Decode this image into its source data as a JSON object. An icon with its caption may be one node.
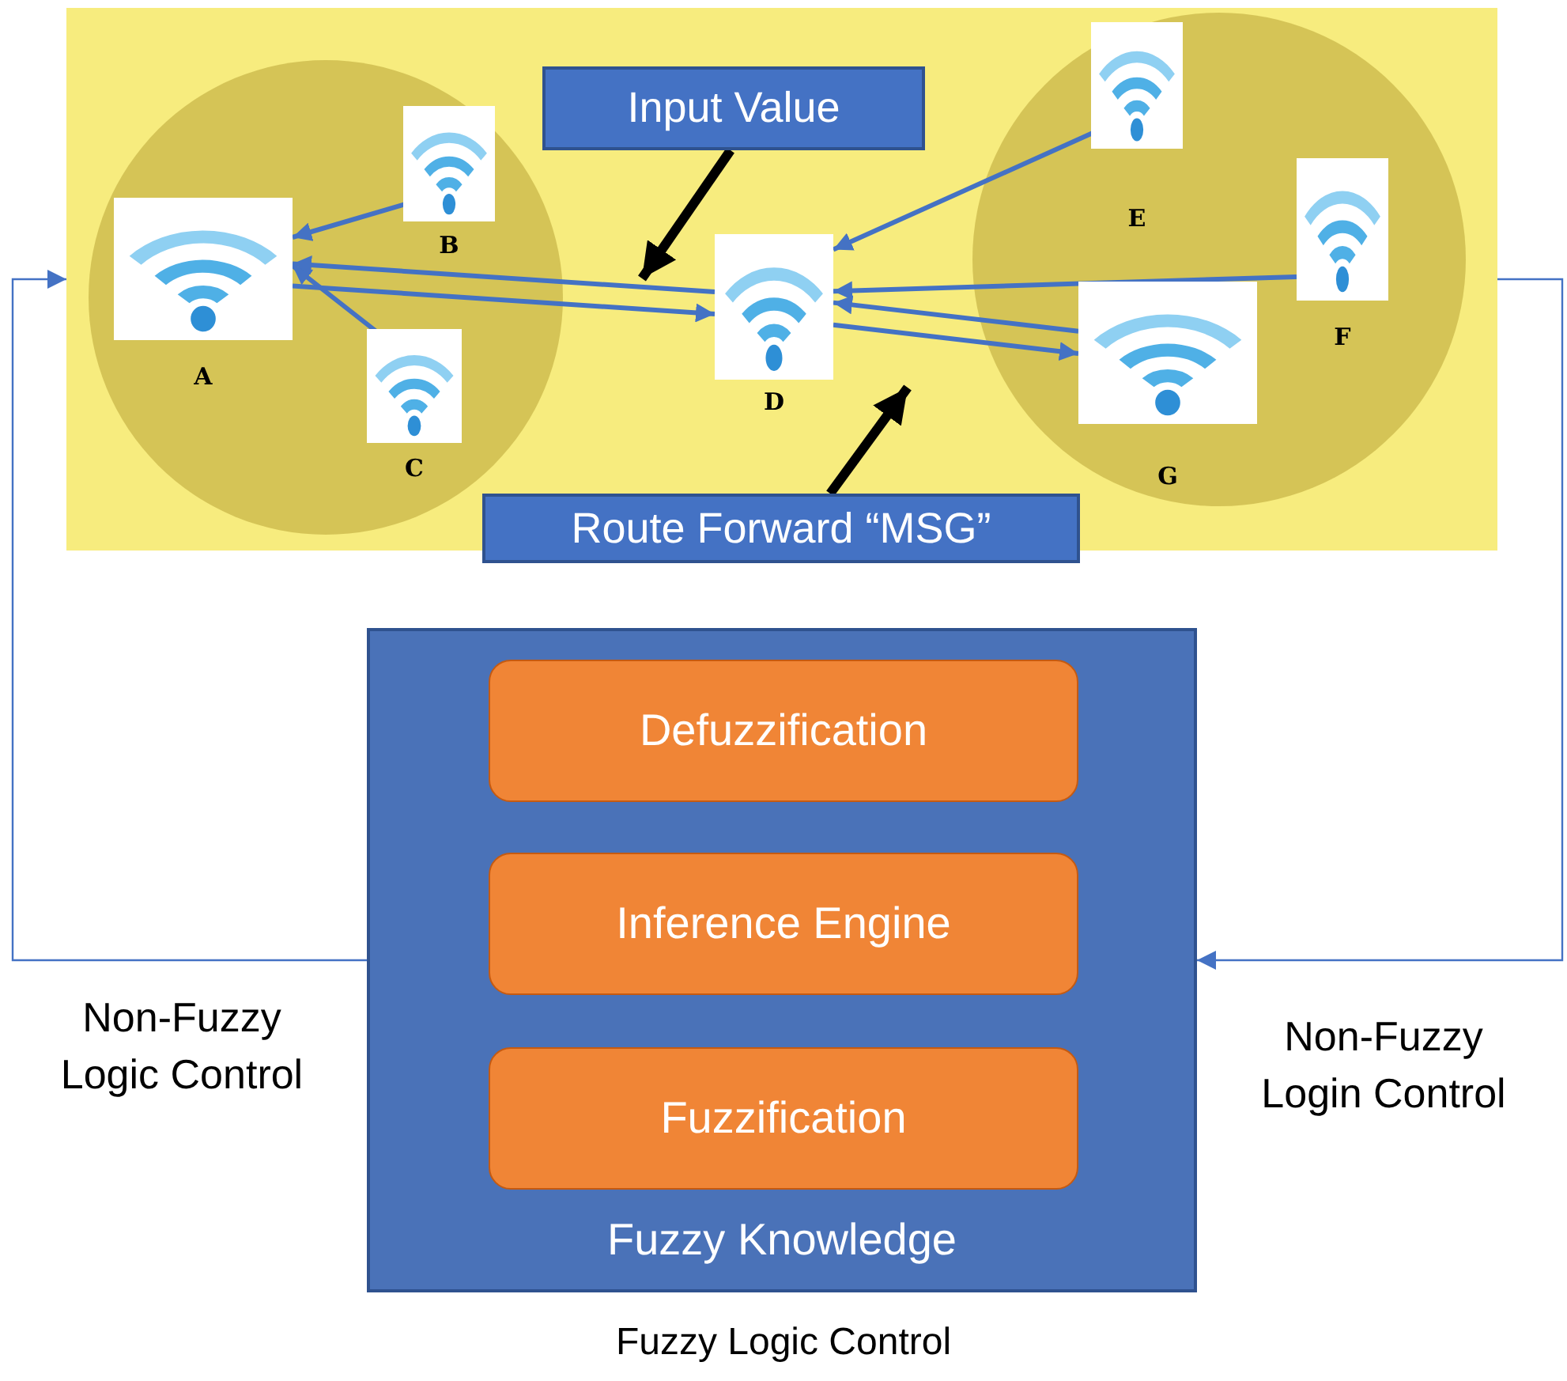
{
  "diagram": {
    "caption": "Fuzzy Logic Control",
    "nodes": [
      {
        "text": [],
        "shape": "box"
      },
      {
        "text": [],
        "shape": "circle",
        "in": 0
      },
      {
        "text": [
          "Input Value"
        ],
        "in": 0
      },
      {
        "text": [],
        "shape": "circle",
        "in": 0
      },
      {
        "text": [
          "A"
        ],
        "in": 1
      },
      {
        "text": [
          "B"
        ],
        "in": 1
      },
      {
        "text": [
          "C"
        ],
        "in": 1
      },
      {
        "text": [
          "D"
        ],
        "in": 0
      },
      {
        "text": [
          "E"
        ],
        "in": 3
      },
      {
        "text": [
          "F"
        ],
        "in": 3
      },
      {
        "text": [
          "G"
        ],
        "in": 3
      },
      {
        "text": [
          "Route Forward “MSG”"
        ]
      },
      {
        "text": [
          "Fuzzy Knowledge"
        ]
      },
      {
        "text": [
          "Defuzzification"
        ],
        "in": 12
      },
      {
        "text": [
          "Inference Engine"
        ],
        "in": 12
      },
      {
        "text": [
          "Fuzzification"
        ],
        "in": 12
      }
    ],
    "edges": [
      {
        "from": 5,
        "to": 4,
        "arrow": "to"
      },
      {
        "from": 6,
        "to": 4,
        "arrow": "to"
      },
      {
        "from": 7,
        "to": 4,
        "arrow": "to"
      },
      {
        "from": 4,
        "to": 7,
        "arrow": "to"
      },
      {
        "from": 8,
        "to": 7,
        "arrow": "to"
      },
      {
        "from": 9,
        "to": 7,
        "arrow": "to"
      },
      {
        "from": 10,
        "to": 7,
        "arrow": "to"
      },
      {
        "from": 7,
        "to": 10,
        "arrow": "to"
      },
      {
        "from": 2,
        "to": null,
        "arrow": "to",
        "style": "thick",
        "color": "#000000"
      },
      {
        "from": 11,
        "to": null,
        "arrow": "to",
        "style": "thick",
        "color": "#000000"
      },
      {
        "from": 12,
        "to": 0,
        "arrow": "to",
        "label": "Non-Fuzzy Logic Control"
      },
      {
        "from": 0,
        "to": 12,
        "arrow": "to",
        "label": "Non-Fuzzy Login Control"
      }
    ]
  }
}
